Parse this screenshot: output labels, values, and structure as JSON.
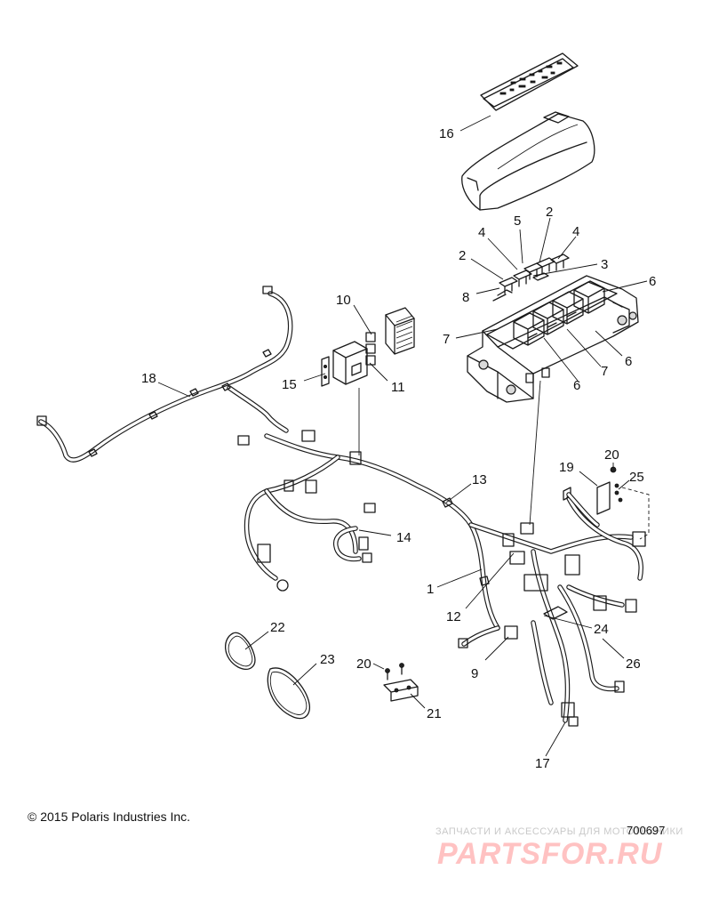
{
  "callouts": [
    {
      "id": "c16",
      "text": "16"
    },
    {
      "id": "c5",
      "text": "5"
    },
    {
      "id": "c2a",
      "text": "2"
    },
    {
      "id": "c4a",
      "text": "4"
    },
    {
      "id": "c4b",
      "text": "4"
    },
    {
      "id": "c2b",
      "text": "2"
    },
    {
      "id": "c3",
      "text": "3"
    },
    {
      "id": "c8",
      "text": "8"
    },
    {
      "id": "c6a",
      "text": "6"
    },
    {
      "id": "c7a",
      "text": "7"
    },
    {
      "id": "c6b",
      "text": "6"
    },
    {
      "id": "c7b",
      "text": "7"
    },
    {
      "id": "c6c",
      "text": "6"
    },
    {
      "id": "c10",
      "text": "10"
    },
    {
      "id": "c15",
      "text": "15"
    },
    {
      "id": "c11",
      "text": "11"
    },
    {
      "id": "c18",
      "text": "18"
    },
    {
      "id": "c13",
      "text": "13"
    },
    {
      "id": "c14",
      "text": "14"
    },
    {
      "id": "c1",
      "text": "1"
    },
    {
      "id": "c20a",
      "text": "20"
    },
    {
      "id": "c19",
      "text": "19"
    },
    {
      "id": "c25",
      "text": "25"
    },
    {
      "id": "c12",
      "text": "12"
    },
    {
      "id": "c24",
      "text": "24"
    },
    {
      "id": "c9",
      "text": "9"
    },
    {
      "id": "c26",
      "text": "26"
    },
    {
      "id": "c22",
      "text": "22"
    },
    {
      "id": "c23",
      "text": "23"
    },
    {
      "id": "c20b",
      "text": "20"
    },
    {
      "id": "c21",
      "text": "21"
    },
    {
      "id": "c17",
      "text": "17"
    }
  ],
  "footer": {
    "copyright": "© 2015 Polaris Industries Inc.",
    "document_number": "700697"
  },
  "watermark": {
    "tagline": "ЗАПЧАСТИ И АКСЕССУАРЫ ДЛЯ МОТОТЕХНИКИ",
    "logo": "PARTSFOR.RU"
  }
}
